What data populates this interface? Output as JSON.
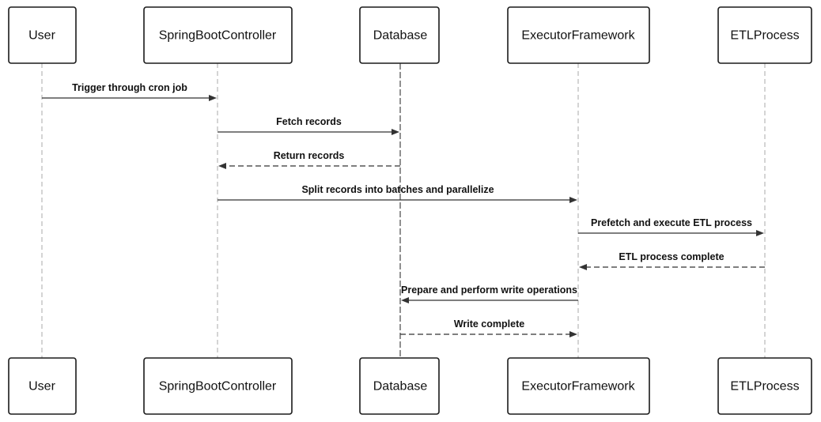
{
  "participants": [
    {
      "id": "user",
      "label": "User"
    },
    {
      "id": "controller",
      "label": "SpringBootController"
    },
    {
      "id": "database",
      "label": "Database"
    },
    {
      "id": "executor",
      "label": "ExecutorFramework"
    },
    {
      "id": "etl",
      "label": "ETLProcess"
    }
  ],
  "messages": [
    {
      "from": "user",
      "to": "controller",
      "label": "Trigger through cron job",
      "style": "solid"
    },
    {
      "from": "controller",
      "to": "database",
      "label": "Fetch records",
      "style": "solid"
    },
    {
      "from": "database",
      "to": "controller",
      "label": "Return records",
      "style": "dashed"
    },
    {
      "from": "controller",
      "to": "executor",
      "label": "Split records into batches and parallelize",
      "style": "solid"
    },
    {
      "from": "executor",
      "to": "etl",
      "label": "Prefetch and execute ETL process",
      "style": "solid"
    },
    {
      "from": "etl",
      "to": "executor",
      "label": "ETL process complete",
      "style": "dashed"
    },
    {
      "from": "executor",
      "to": "database",
      "label": "Prepare and perform write operations",
      "style": "solid"
    },
    {
      "from": "database",
      "to": "executor",
      "label": "Write complete",
      "style": "dashed"
    }
  ]
}
